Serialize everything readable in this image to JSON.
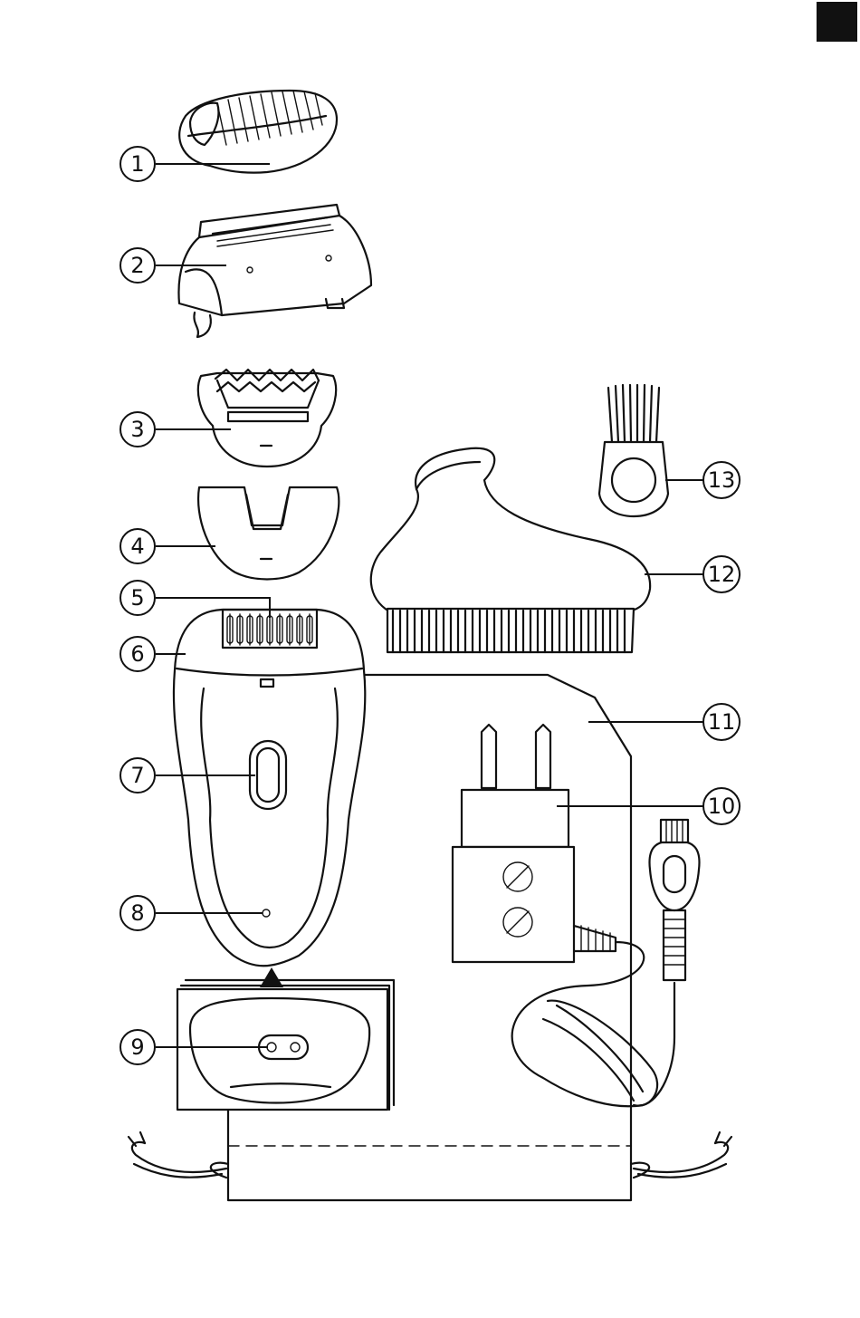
{
  "callouts": [
    {
      "id": "1"
    },
    {
      "id": "2"
    },
    {
      "id": "3"
    },
    {
      "id": "4"
    },
    {
      "id": "5"
    },
    {
      "id": "6"
    },
    {
      "id": "7"
    },
    {
      "id": "8"
    },
    {
      "id": "9"
    },
    {
      "id": "10"
    },
    {
      "id": "11"
    },
    {
      "id": "12"
    },
    {
      "id": "13"
    }
  ],
  "colors": {
    "ink": "#111111",
    "paper": "#ffffff",
    "tab": "#111111"
  }
}
